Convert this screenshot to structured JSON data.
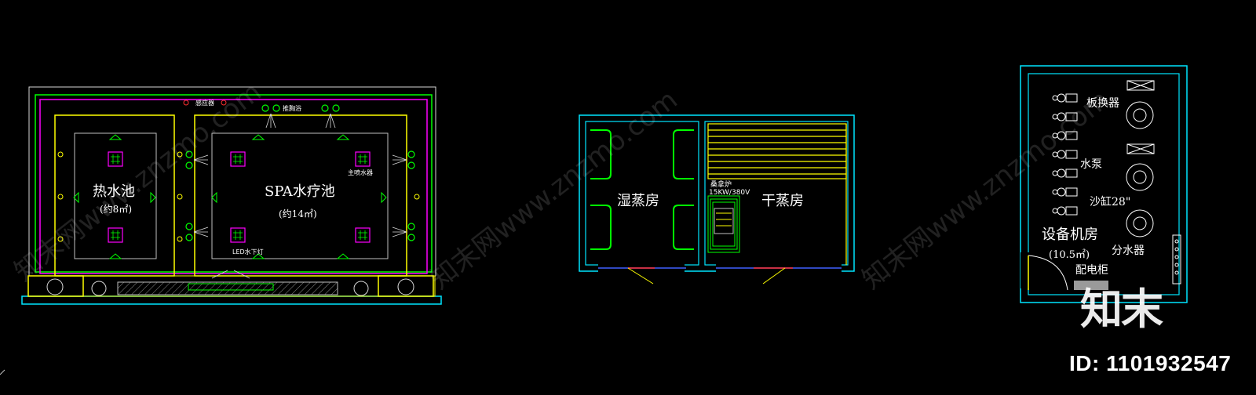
{
  "drawing": {
    "pool_plan": {
      "hot_pool_name": "热水池",
      "hot_pool_area": "(约8㎡)",
      "spa_pool_name": "SPA水疗池",
      "spa_pool_area": "(约14㎡)",
      "sensor_label": "感应器",
      "massage_shower_label": "推胸浴",
      "main_spout_label": "主喷水器",
      "underwater_light_label": "LED水下灯"
    },
    "sauna_plan": {
      "wet_room_name": "湿蒸房",
      "dry_room_name": "干蒸房",
      "heater_label": "桑拿炉",
      "heater_spec": "15KW/380V"
    },
    "equipment_room": {
      "room_name": "设备机房",
      "room_area": "(10.5㎡)",
      "plate_exchanger": "板换器",
      "water_pump": "水泵",
      "sand_tank": "沙缸28\"",
      "water_distributor": "分水器",
      "distribution_cabinet": "配电柜"
    }
  },
  "watermark": {
    "text": "知末网www.znzmo.com",
    "brand": "知末",
    "image_id": "ID: 1101932547"
  },
  "colors": {
    "background": "#000000",
    "wall": "#00e5ff",
    "pool": "#ffff00",
    "pipe": "#ff00ff",
    "green": "#00ff00",
    "magenta": "#ff00ff",
    "white": "#ffffff"
  }
}
